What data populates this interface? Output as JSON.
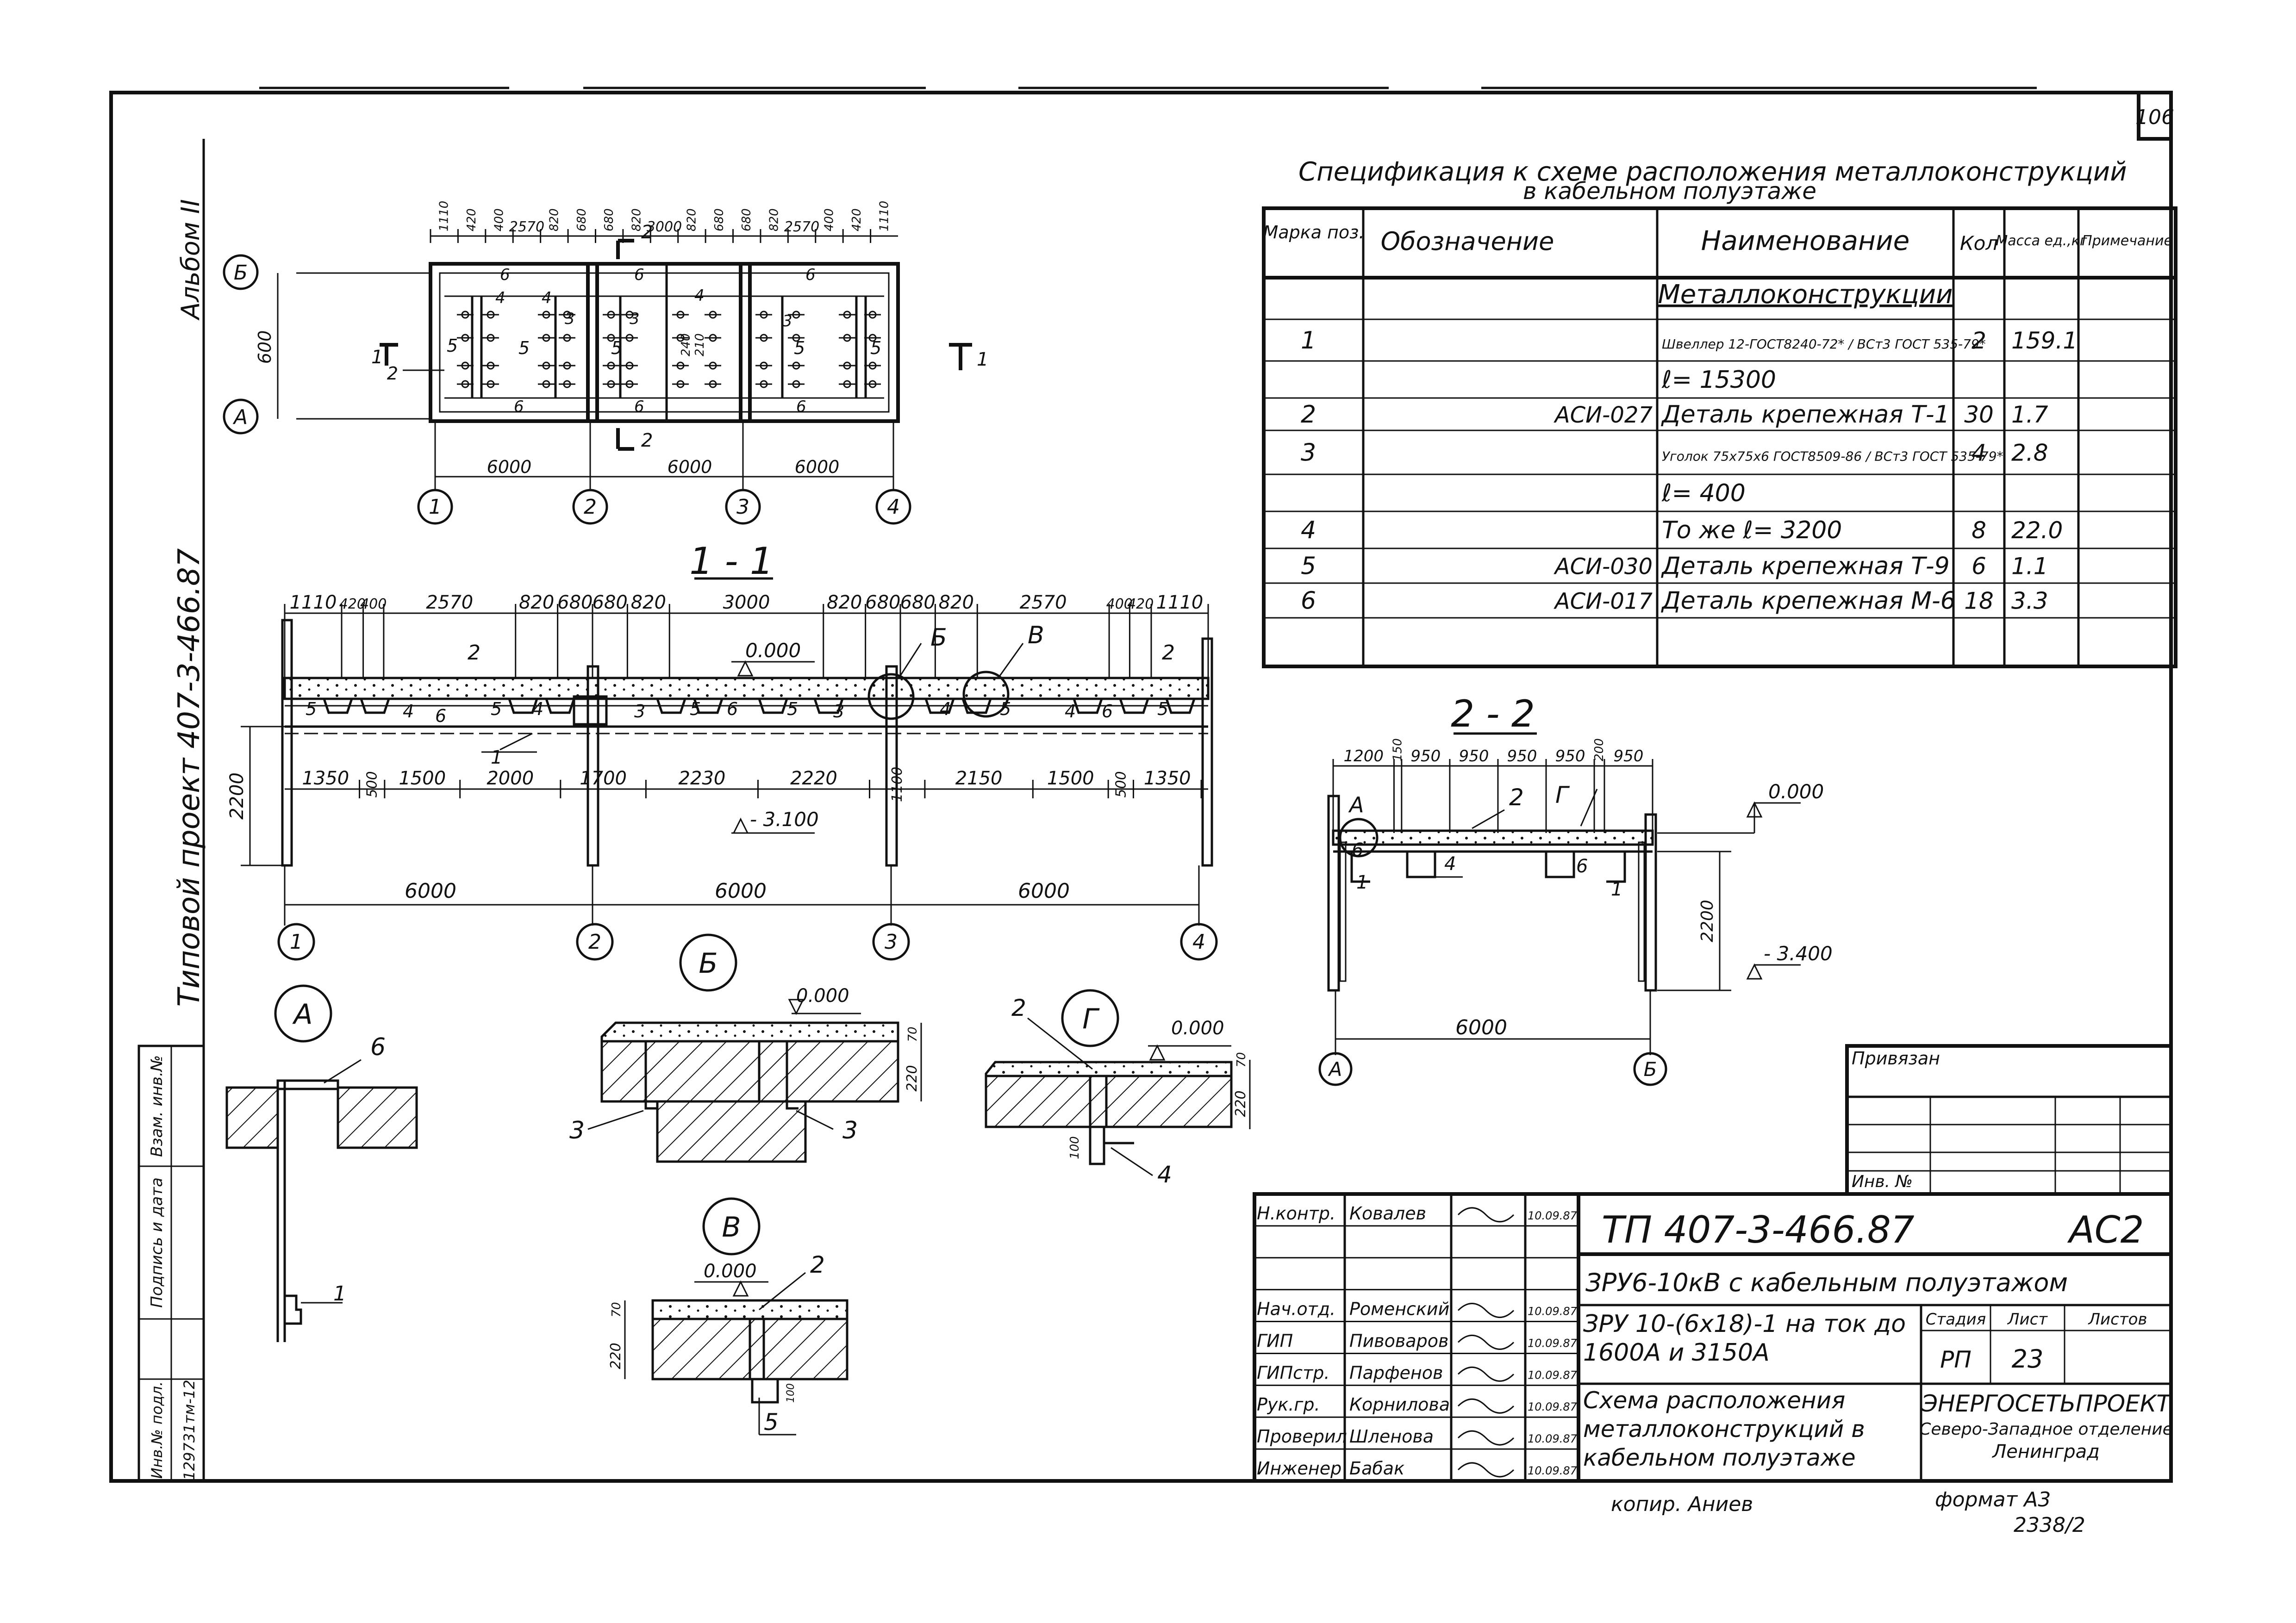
{
  "sheet": {
    "page_number": "106",
    "album": "Альбом II",
    "project": "Типовой проект 407-3-466.87",
    "copied": "копир. Аниев",
    "format": "формат А3",
    "order": "2338/2"
  },
  "left_strip": {
    "inv_podl_label": "Инв.№ подл.",
    "inv_podl_value": "129731тм-12",
    "sign_date_label": "Подпись и дата",
    "vzam_label": "Взам. инв.№"
  },
  "plan": {
    "axes_rows": [
      "Б",
      "А"
    ],
    "axes_cols": [
      "1",
      "2",
      "3",
      "4"
    ],
    "top_dims": [
      "1110",
      "420",
      "400",
      "2570",
      "820",
      "680",
      "680",
      "820",
      "3000",
      "820",
      "680",
      "680",
      "820",
      "2570",
      "400",
      "420",
      "1110"
    ],
    "bottom_dims": [
      "6000",
      "6000",
      "6000"
    ],
    "height_dim": "600",
    "cut_1": "1",
    "cut_2": "2",
    "pos_labels": [
      "6",
      "4",
      "4",
      "6",
      "4",
      "6",
      "5",
      "3",
      "5",
      "5",
      "3",
      "5",
      "3",
      "5",
      "6",
      "6",
      "6"
    ],
    "dim_240": "240",
    "dim_210": "210"
  },
  "section_11": {
    "title": "1 - 1",
    "top_dims": [
      "1110",
      "420",
      "400",
      "2570",
      "820",
      "680",
      "680",
      "820",
      "3000",
      "820",
      "680",
      "680",
      "820",
      "2570",
      "400",
      "420",
      "1110"
    ],
    "level_top": "0.000",
    "level_bottom": "- 3.100",
    "height_dim": "2200",
    "bottom_dims": [
      "1350",
      "500",
      "1500",
      "2000",
      "1700",
      "2230",
      "2220",
      "1100",
      "2150",
      "1500",
      "500",
      "1350"
    ],
    "span_dims": [
      "6000",
      "6000",
      "6000"
    ],
    "axes": [
      "1",
      "2",
      "3",
      "4"
    ],
    "callout_b": "Б",
    "callout_v": "В",
    "pos_labels": [
      "2",
      "5",
      "4",
      "6",
      "5",
      "4",
      "3",
      "5",
      "6",
      "5",
      "3",
      "4",
      "5",
      "4",
      "6",
      "5",
      "2",
      "1"
    ]
  },
  "section_22": {
    "title": "2 - 2",
    "top_dims": [
      "1200",
      "150",
      "950",
      "950",
      "950",
      "950",
      "200",
      "950"
    ],
    "level_top": "0.000",
    "level_bottom": "- 3.400",
    "height_dim": "2200",
    "span_dim": "6000",
    "axes": [
      "А",
      "Б"
    ],
    "callout_a": "А",
    "callout_g": "Г",
    "pos_labels": [
      "2",
      "6",
      "1",
      "4",
      "6",
      "1"
    ]
  },
  "details": {
    "A": {
      "title": "А",
      "pos_top": "6",
      "pos_bottom": "1"
    },
    "B": {
      "title": "Б",
      "level": "0.000",
      "dim_220": "220",
      "dim_70": "70",
      "pos_left": "3",
      "pos_right": "3"
    },
    "G": {
      "title": "Г",
      "level": "0.000",
      "dim_220": "220",
      "dim_70": "70",
      "dim_100": "100",
      "pos_top": "2",
      "pos_bottom": "4"
    },
    "V": {
      "title": "В",
      "level": "0.000",
      "dim_220": "220",
      "dim_70": "70",
      "dim_100": "100",
      "pos_top": "2",
      "pos_bottom": "5"
    }
  },
  "spec": {
    "title_line1": "Спецификация к схеме расположения металлоконструкций",
    "title_line2": "в кабельном полуэтаже",
    "headers": [
      "Марка поз.",
      "Обозначение",
      "Наименование",
      "Кол",
      "Масса ед.,кг",
      "Примечание"
    ],
    "section_title": "Металлоконструкции",
    "rows": [
      {
        "pos": "1",
        "code": "",
        "name": "Швеллер 12-ГОСТ8240-72* / ВСт3 ГОСТ 535-79*",
        "qty": "2",
        "mass": "159.1",
        "note": ""
      },
      {
        "pos": "",
        "code": "",
        "name": "ℓ= 15300",
        "qty": "",
        "mass": "",
        "note": ""
      },
      {
        "pos": "2",
        "code": "АСИ-027",
        "name": "Деталь крепежная Т-1",
        "qty": "30",
        "mass": "1.7",
        "note": ""
      },
      {
        "pos": "3",
        "code": "",
        "name": "Уголок 75х75х6 ГОСТ8509-86 / ВСт3 ГОСТ 535-79*",
        "qty": "4",
        "mass": "2.8",
        "note": ""
      },
      {
        "pos": "",
        "code": "",
        "name": "ℓ= 400",
        "qty": "",
        "mass": "",
        "note": ""
      },
      {
        "pos": "4",
        "code": "",
        "name": "То же       ℓ= 3200",
        "qty": "8",
        "mass": "22.0",
        "note": ""
      },
      {
        "pos": "5",
        "code": "АСИ-030",
        "name": "Деталь крепежная Т-9",
        "qty": "6",
        "mass": "1.1",
        "note": ""
      },
      {
        "pos": "6",
        "code": "АСИ-017",
        "name": "Деталь крепежная М-6",
        "qty": "18",
        "mass": "3.3",
        "note": ""
      },
      {
        "pos": "",
        "code": "",
        "name": "",
        "qty": "",
        "mass": "",
        "note": ""
      }
    ]
  },
  "privyazan": {
    "label": "Привязан",
    "inv_label": "Инв. №"
  },
  "title_block": {
    "code": "ТП 407-3-466.87",
    "mark": "АС2",
    "object": "ЗРУ6-10кВ с кабельным полуэтажом",
    "subject": "ЗРУ 10-(6х18)-1 на ток до 1600А и 3150А",
    "drawing": "Схема расположения металлоконструкций в кабельном полуэтаже",
    "stage_label": "Стадия",
    "sheet_label": "Лист",
    "sheets_label": "Листов",
    "stage": "РП",
    "sheet_no": "23",
    "sheets_total": "",
    "org1": "ЭНЕРГОСЕТЬПРОЕКТ",
    "org2": "Северо-Западное отделение",
    "org3": "Ленинград",
    "signers": [
      {
        "role": "Н.контр.",
        "name": "Ковалев",
        "date": "10.09.87"
      },
      {
        "role": "",
        "name": "",
        "date": ""
      },
      {
        "role": "",
        "name": "",
        "date": ""
      },
      {
        "role": "Нач.отд.",
        "name": "Роменский",
        "date": "10.09.87"
      },
      {
        "role": "ГИП",
        "name": "Пивоваров",
        "date": "10.09.87"
      },
      {
        "role": "ГИПстр.",
        "name": "Парфенов",
        "date": "10.09.87"
      },
      {
        "role": "Рук.гр.",
        "name": "Корнилова",
        "date": "10.09.87"
      },
      {
        "role": "Проверил",
        "name": "Шленова",
        "date": "10.09.87"
      },
      {
        "role": "Инженер",
        "name": "Бабак",
        "date": "10.09.87"
      }
    ]
  }
}
